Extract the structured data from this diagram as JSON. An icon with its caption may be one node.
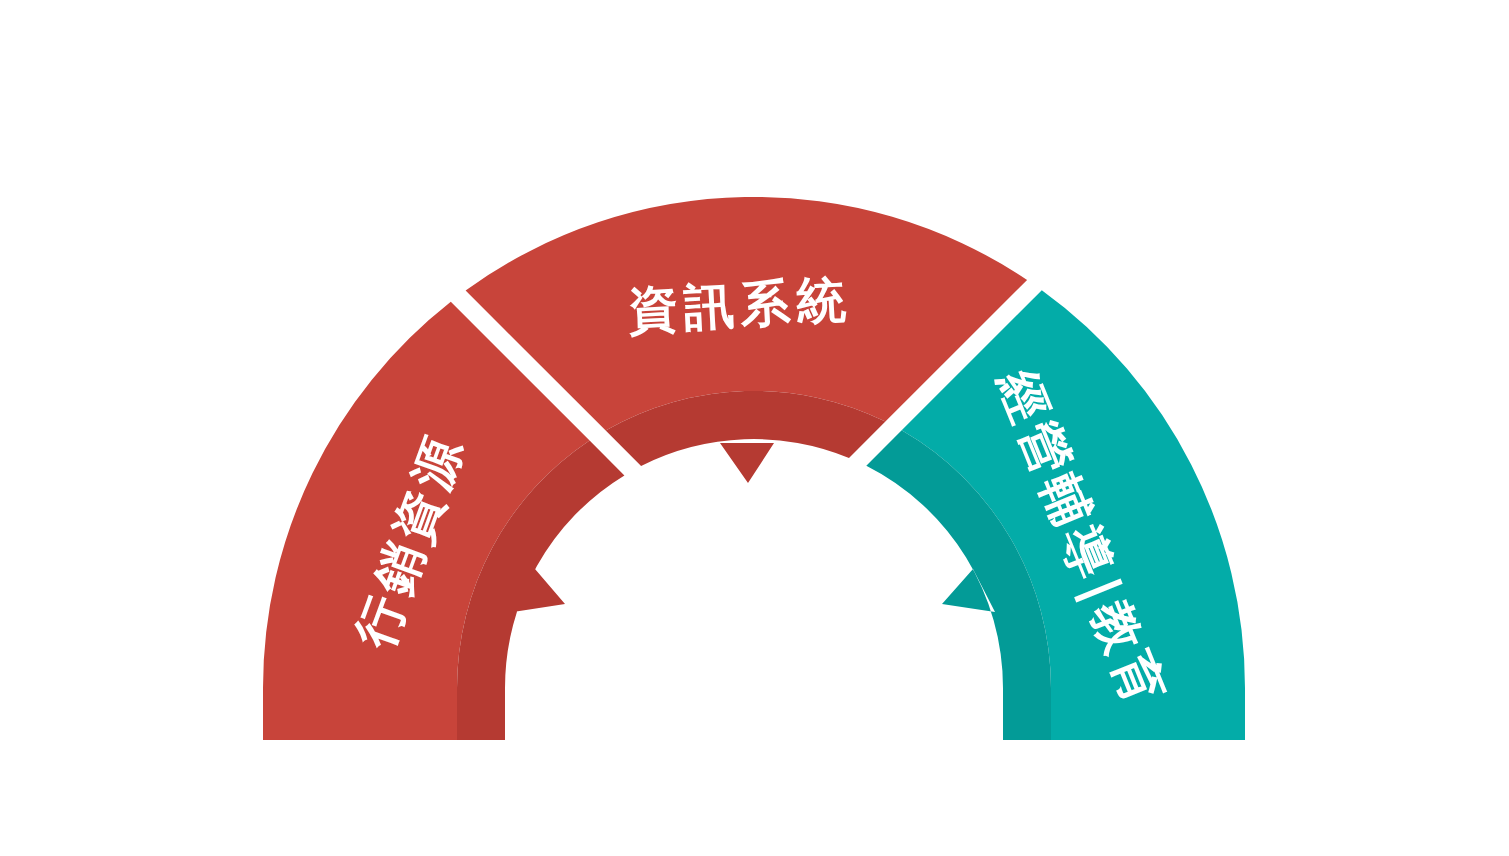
{
  "diagram": {
    "nodes": [
      {
        "text": [
          "行銷資源"
        ]
      },
      {
        "text": [
          "資訊系統"
        ]
      },
      {
        "text": [
          "經營輔導|教育"
        ]
      }
    ]
  }
}
